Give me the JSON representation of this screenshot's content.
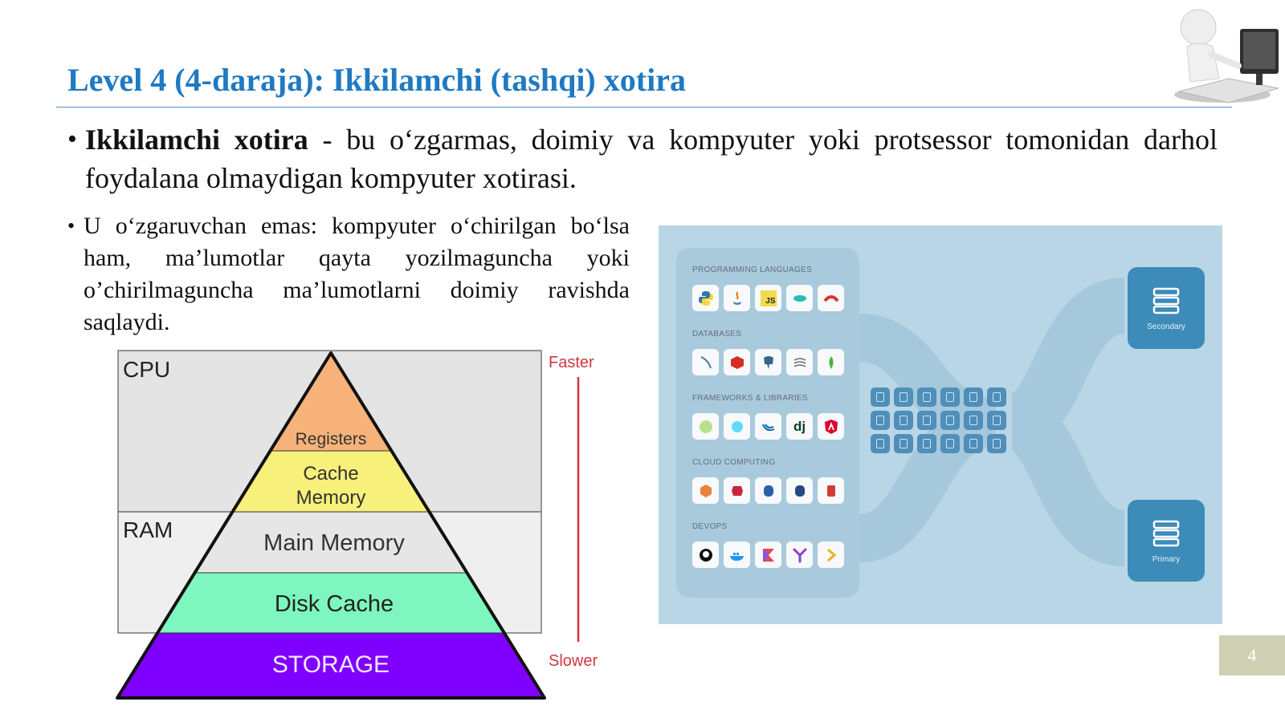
{
  "slide": {
    "title": "Level 4 (4-daraja): Ikkilamchi (tashqi) xotira",
    "number": "4"
  },
  "bullets": [
    {
      "term": "Ikkilamchi xotira",
      "text": " - bu o‘zgarmas, doimiy va kompyuter yoki protsessor tomonidan darhol foydalana olmaydigan kompyuter xotirasi."
    },
    {
      "text": "U o‘zgaruvchan emas: kompyuter o‘chirilgan bo‘lsa ham, ma’lumotlar qayta yozilmaguncha yoki o’chirilmaguncha ma’lumotlarni doimiy ravishda saqlaydi."
    }
  ],
  "pyramid": {
    "zone_cpu": "CPU",
    "zone_ram": "RAM",
    "levels": [
      {
        "label": "Registers",
        "color": "#f7b27a"
      },
      {
        "label_line1": "Cache",
        "label_line2": "Memory",
        "color": "#f7f07a"
      },
      {
        "label": "Main Memory",
        "color": "#e6e6e6"
      },
      {
        "label": "Disk Cache",
        "color": "#7df7bf"
      },
      {
        "label": "STORAGE",
        "color": "#7f00ff"
      }
    ],
    "faster_label": "Faster",
    "slower_label": "Slower",
    "arrow_color": "#d0373f"
  },
  "storage_panel": {
    "categories": [
      {
        "label": "PROGRAMMING LANGUAGES",
        "icons": [
          "python-icon",
          "java-icon",
          "javascript-icon",
          "go-icon",
          "scala-icon"
        ]
      },
      {
        "label": "DATABASES",
        "icons": [
          "mysql-icon",
          "redis-icon",
          "postgresql-icon",
          "sql-server-icon",
          "mongodb-icon"
        ]
      },
      {
        "label": "FRAMEWORKS & LIBRARIES",
        "icons": [
          "spring-icon",
          "react-icon",
          "jquery-icon",
          "django-icon",
          "angular-icon"
        ]
      },
      {
        "label": "CLOUD COMPUTING",
        "icons": [
          "aws-icon",
          "aws-lambda-icon",
          "aws-rds-icon",
          "aws-dynamodb-icon",
          "aws-s3-icon"
        ]
      },
      {
        "label": "DEVOPS",
        "icons": [
          "github-icon",
          "docker-icon",
          "kotlin-icon",
          "airflow-icon",
          "jenkins-icon"
        ]
      }
    ],
    "django_text": "dj",
    "js_text": "JS",
    "secondary_label": "Secondary",
    "primary_label": "Primary"
  }
}
